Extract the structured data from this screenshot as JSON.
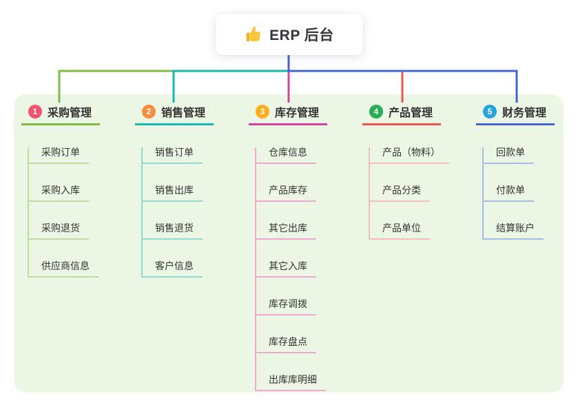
{
  "root": {
    "label": "ERP 后台",
    "icon": "thumbs-up-icon"
  },
  "panel": {
    "background": "#ecf6e5"
  },
  "connectors": {
    "stem_color": "#4a5fc5",
    "drop_colors": [
      "#7dbb44",
      "#14b8ac",
      "#d6439d",
      "#f0534f",
      "#4365cf"
    ]
  },
  "branches": [
    {
      "badge": "1",
      "label": "采购管理",
      "badge_color": "#f4516c",
      "line_color": "#7dbb44",
      "tint_color": "#bcdd9c",
      "children": [
        "采购订单",
        "采购入库",
        "采购退货",
        "供应商信息"
      ]
    },
    {
      "badge": "2",
      "label": "销售管理",
      "badge_color": "#fa8c3c",
      "line_color": "#14b8ac",
      "tint_color": "#93dbd2",
      "children": [
        "销售订单",
        "销售出库",
        "销售退货",
        "客户信息"
      ]
    },
    {
      "badge": "3",
      "label": "库存管理",
      "badge_color": "#ffaf1e",
      "line_color": "#d6439d",
      "tint_color": "#f0a8d2",
      "children": [
        "仓库信息",
        "产品库存",
        "其它出库",
        "其它入库",
        "库存调拨",
        "库存盘点",
        "出库库明细"
      ]
    },
    {
      "badge": "4",
      "label": "产品管理",
      "badge_color": "#27ae51",
      "line_color": "#f0534f",
      "tint_color": "#f8bcb8",
      "children": [
        "产品（物料）",
        "产品分类",
        "产品单位"
      ]
    },
    {
      "badge": "5",
      "label": "财务管理",
      "badge_color": "#29a3de",
      "line_color": "#4365cf",
      "tint_color": "#a8bce8",
      "children": [
        "回款单",
        "付款单",
        "结算账户"
      ]
    }
  ]
}
